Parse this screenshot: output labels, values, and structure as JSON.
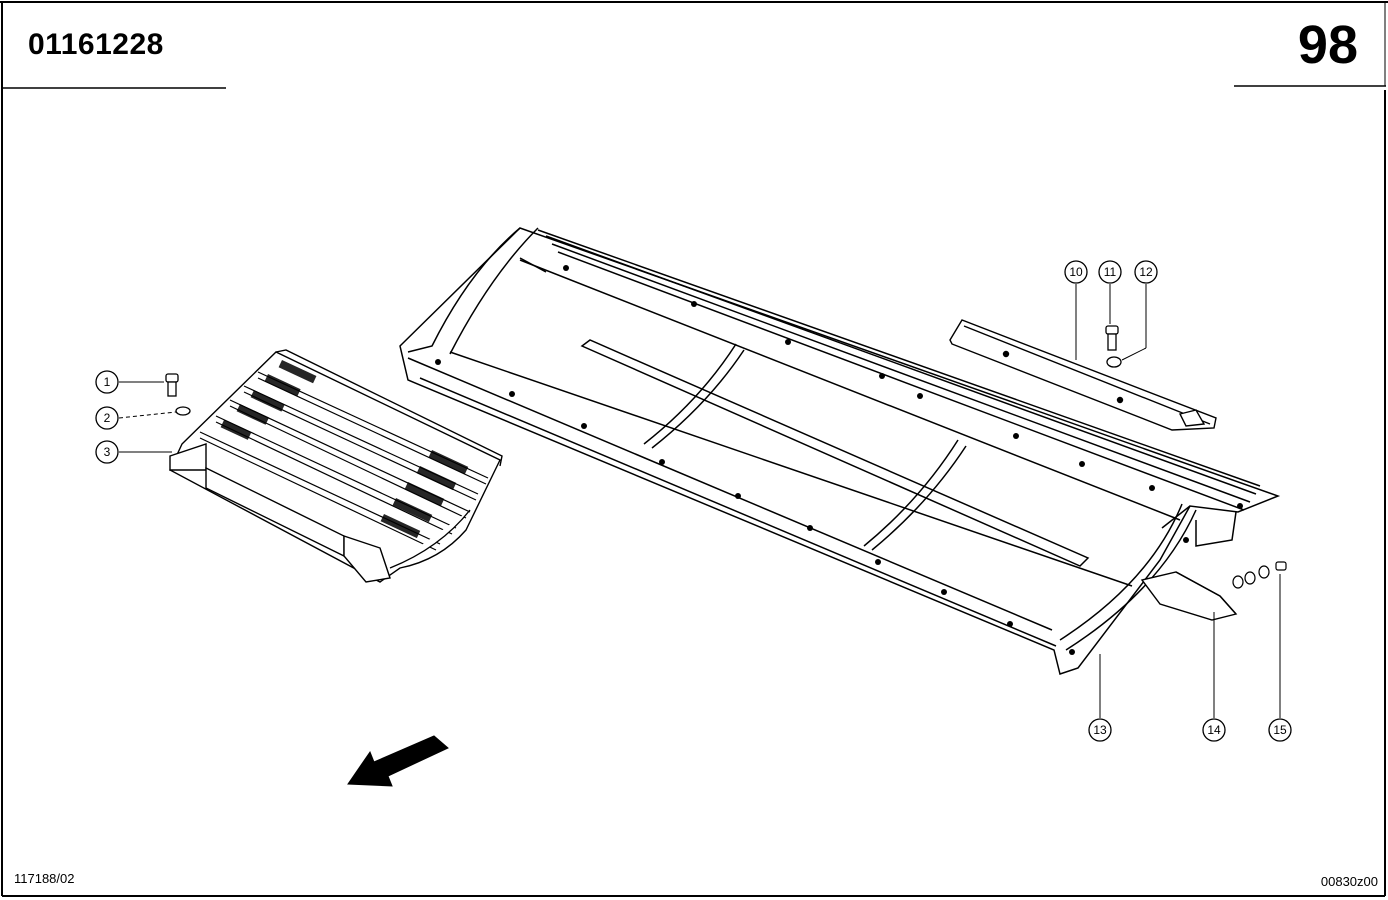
{
  "header": {
    "part_number": "01161228",
    "page_number": "98"
  },
  "footer": {
    "drawing_ref": "117188/02",
    "sheet_code": "00830z00"
  },
  "callouts": [
    {
      "label": "1"
    },
    {
      "label": "2"
    },
    {
      "label": "3"
    },
    {
      "label": "10"
    },
    {
      "label": "11"
    },
    {
      "label": "12"
    },
    {
      "label": "13"
    },
    {
      "label": "14"
    },
    {
      "label": "15"
    }
  ],
  "colors": {
    "ink": "#000000",
    "paper": "#ffffff"
  },
  "icons": {
    "direction": "direction-arrow-icon"
  }
}
